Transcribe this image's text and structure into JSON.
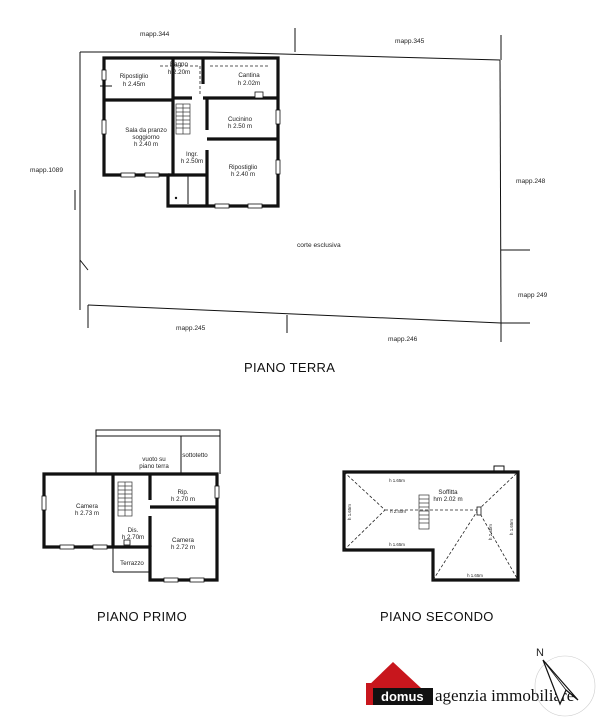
{
  "site": {
    "parcels": {
      "mapp344": "mapp.344",
      "mapp345": "mapp.345",
      "mapp1089": "mapp.1089",
      "mapp248": "mapp.248",
      "mapp249": "mapp 249",
      "mapp245": "mapp.245",
      "mapp246": "mapp.246"
    },
    "yard": "corte esclusiva"
  },
  "ground_floor": {
    "title": "PIANO TERRA",
    "rooms": {
      "ripostiglio1_name": "Ripostiglio",
      "ripostiglio1_h": "h 2.45m",
      "bagno_name": "Bagno",
      "bagno_h": "h 2.20m",
      "cantina_name": "Cantina",
      "cantina_h": "h 2.02m",
      "sala_name1": "Sala da pranzo",
      "sala_name2": "soggiorno",
      "sala_h": "h 2.40 m",
      "cucinino_name": "Cucinino",
      "cucinino_h": "h 2.50 m",
      "ingr_name": "Ingr.",
      "ingr_h": "h 2.50m",
      "ripostiglio2_name": "Ripostiglio",
      "ripostiglio2_h": "h 2.40 m"
    }
  },
  "first_floor": {
    "title": "PIANO PRIMO",
    "rooms": {
      "vuoto1": "vuoto su",
      "vuoto2": "piano terra",
      "sottotetto": "sottotetto",
      "camera1_name": "Camera",
      "camera1_h": "h 2.73 m",
      "rip_name": "Rip.",
      "rip_h": "h 2.70 m",
      "camera2_name": "Camera",
      "camera2_h": "h 2.72 m",
      "dis_name": "Dis.",
      "dis_h": "h 2.70m",
      "terrazzo": "Terrazzo"
    }
  },
  "second_floor": {
    "title": "PIANO SECONDO",
    "rooms": {
      "soffitta_name": "Soffitta",
      "soffitta_h": "hm 2.02 m",
      "h_top": "h 1.65m",
      "h_bottom": "h 1.65m",
      "h_low": "h 1.65m",
      "h_left": "h 1.65m",
      "h_right": "h 1.65m",
      "h_mid1": "h 2.40m",
      "h_mid2": "h 2.40m"
    }
  },
  "brand": {
    "name": "domus",
    "tagline": "agenzia immobiliare",
    "red": "#c8161d"
  },
  "north": {
    "label": "N"
  }
}
